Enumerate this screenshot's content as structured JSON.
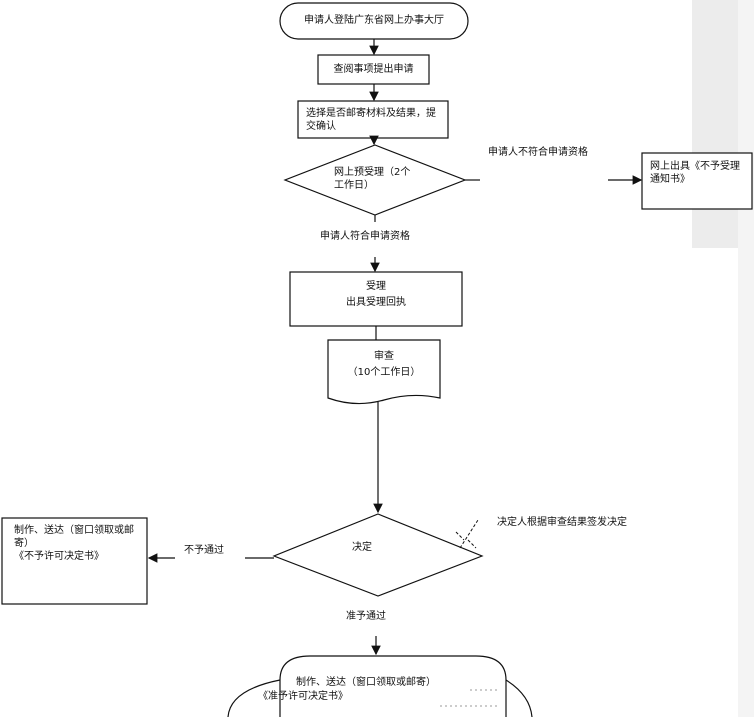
{
  "flowchart": {
    "start": "申请人登陆广东省网上办事大厅",
    "step_select_item": "查阅事项提出申请",
    "step_submit": "选择是否邮寄材料及结果，提交确认",
    "pre_review": "网上预受理（2个工作日）",
    "label_not_qualified": "申请人不符合申请资格",
    "not_accepted_notice": "网上出具《不予受理通知书》",
    "label_qualified": "申请人符合申请资格",
    "accept_title": "受理",
    "accept_receipt": "出具受理回执",
    "review_title": "审查",
    "review_days": "（10个工作日）",
    "decision": "决定",
    "decision_note": "决定人根据审查结果签发决定",
    "label_rejected": "不予通过",
    "reject_output": "制作、送达（窗口领取或邮寄）\n《不予许可决定书》",
    "label_approved": "准予通过",
    "approve_output_line1": "制作、送达（窗口领取或邮寄）",
    "approve_output_line2": "《准予许可决定书》"
  }
}
